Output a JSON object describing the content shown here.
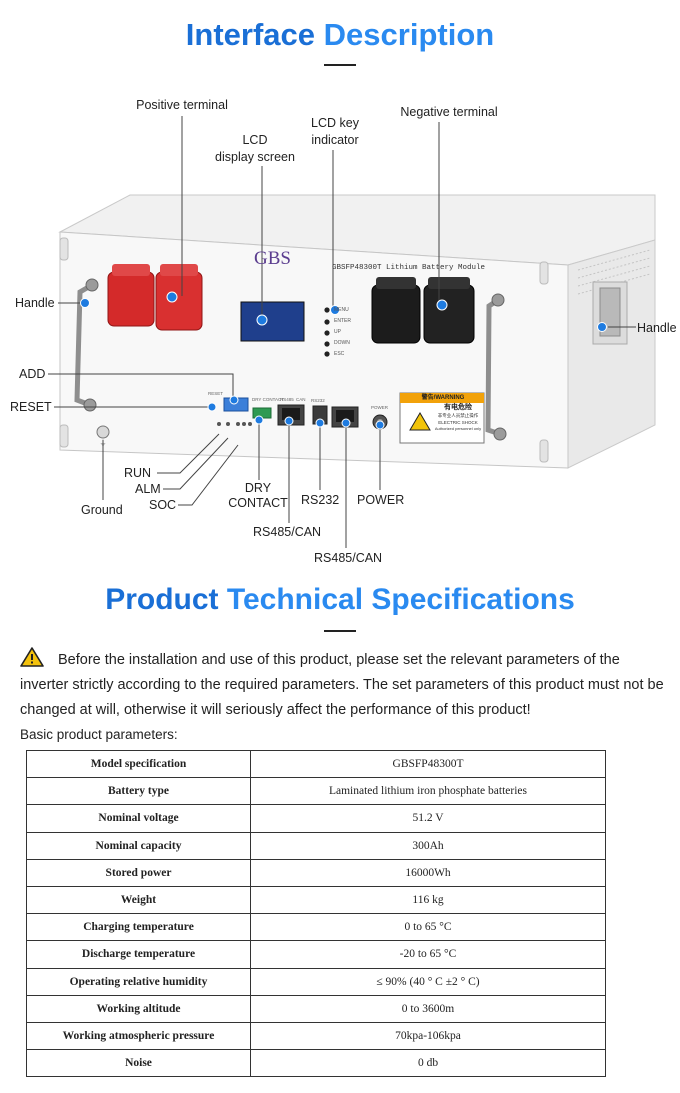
{
  "interface": {
    "title_a": "Interface",
    "title_b": "Description",
    "labels": {
      "positive_terminal": "Positive terminal",
      "lcd_line1": "LCD",
      "lcd_line2": "display screen",
      "lcd_key_line1": "LCD key",
      "lcd_key_line2": "indicator",
      "negative_terminal": "Negative terminal",
      "handle_left": "Handle",
      "handle_right": "Handle",
      "add": "ADD",
      "reset": "RESET",
      "run": "RUN",
      "alm": "ALM",
      "soc": "SOC",
      "ground": "Ground",
      "dry_line1": "DRY",
      "dry_line2": "CONTACT",
      "rs485_1": "RS485/CAN",
      "rs232": "RS232",
      "power": "POWER",
      "rs485_2": "RS485/CAN"
    },
    "device": {
      "brand": "GBS",
      "model_text": "GBSFP48300T Lithium Battery Module",
      "keys": [
        "MENU",
        "ENTER",
        "UP",
        "DOWN",
        "ESC"
      ],
      "warning_title": "警告/WARNING",
      "warning_l1": "有电危险",
      "warning_l2": "非专业人员禁止操作",
      "warning_l3": "ELECTRIC SHOCK",
      "warning_l4": "Authorized personnel only",
      "small_reset": "RESET",
      "small_dry": "DRY CONTACT",
      "small_rs485": "RS485",
      "small_can": "CAN",
      "small_rs232": "RS232",
      "small_power": "POWER"
    }
  },
  "specs": {
    "title_a": "Product",
    "title_b": "Technical Specifications",
    "warning_text": "Before the installation and use of this product, please set the relevant parameters of the inverter strictly according to the required parameters. The set parameters of this product must not be changed at will, otherwise it will seriously affect the performance of this product!",
    "basic_label": "Basic product parameters:",
    "rows": [
      {
        "k": "Model specification",
        "v": "GBSFP48300T"
      },
      {
        "k": "Battery type",
        "v": "Laminated lithium iron phosphate batteries"
      },
      {
        "k": "Nominal voltage",
        "v": "51.2 V"
      },
      {
        "k": "Nominal capacity",
        "v": "300Ah"
      },
      {
        "k": "Stored power",
        "v": "16000Wh"
      },
      {
        "k": "Weight",
        "v": "116 kg"
      },
      {
        "k": "Charging temperature",
        "v": "0 to 65 °C"
      },
      {
        "k": "Discharge temperature",
        "v": "-20 to 65 °C"
      },
      {
        "k": "Operating relative humidity",
        "v": "≤ 90% (40 ° C ±2 ° C)"
      },
      {
        "k": "Working altitude",
        "v": "0 to 3600m"
      },
      {
        "k": "Working atmospheric pressure",
        "v": "70kpa-106kpa"
      },
      {
        "k": "Noise",
        "v": "0 db"
      }
    ]
  },
  "colors": {
    "title_dark": "#1a6fd6",
    "title_light": "#2a8af0",
    "marker": "#1e7be0",
    "terminal_red": "#d42a2a",
    "lcd_blue": "#1f3f8c"
  }
}
